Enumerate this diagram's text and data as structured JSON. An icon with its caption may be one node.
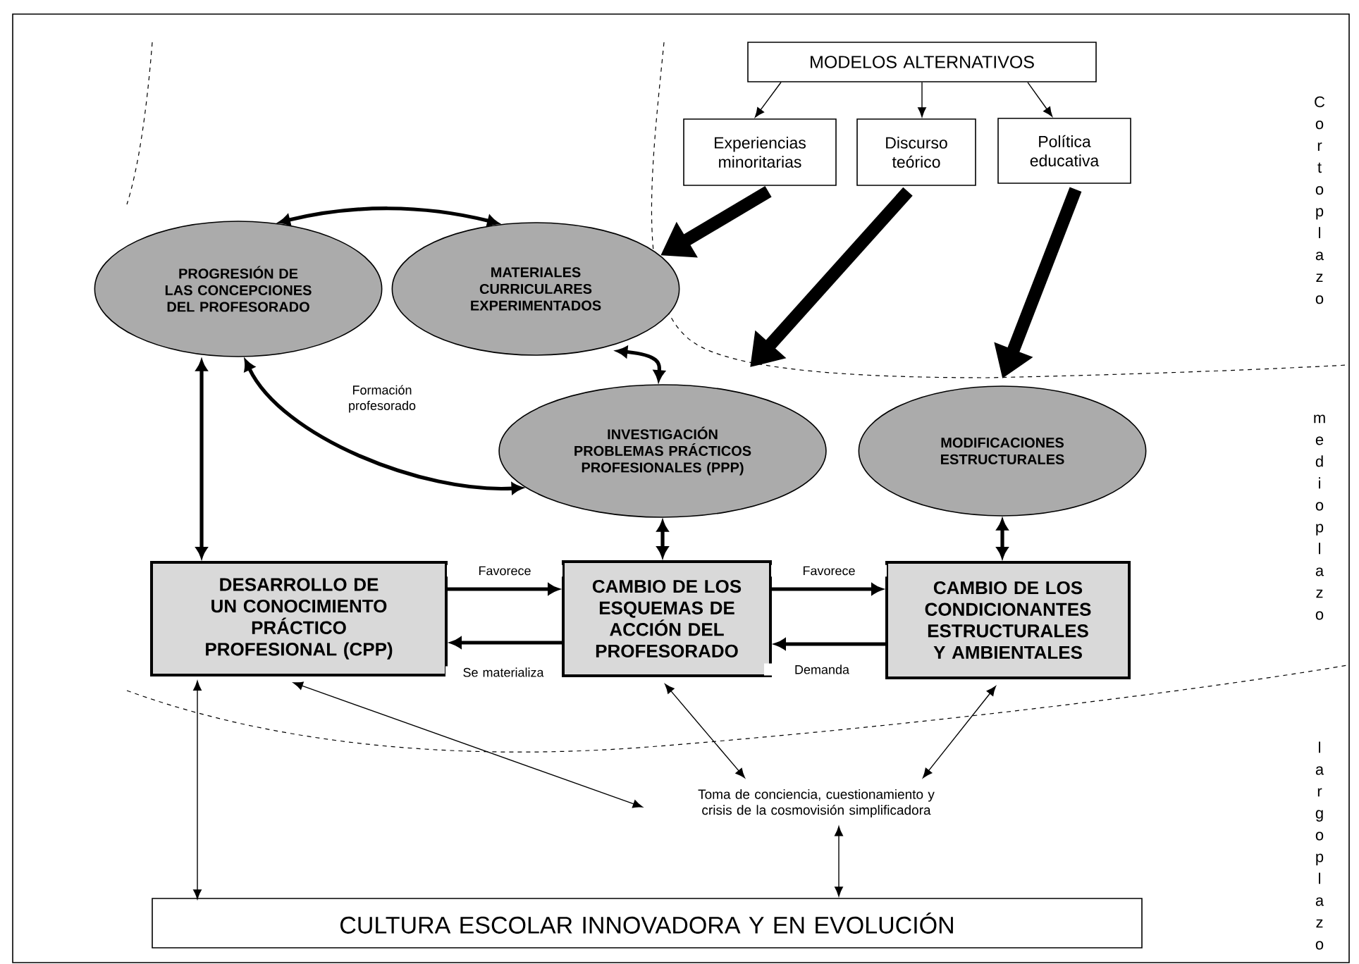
{
  "diagram": {
    "nodes": [
      {
        "text": [
          "MODELOS ALTERNATIVOS"
        ]
      },
      {
        "text": [
          "Experiencias minoritarias"
        ]
      },
      {
        "text": [
          "Discurso teórico"
        ]
      },
      {
        "text": [
          "Política educativa"
        ]
      },
      {
        "text": [
          "PROGRESIÓN DE LAS CONCEPCIONES DEL PROFESORADO"
        ]
      },
      {
        "text": [
          "MATERIALES CURRICULARES EXPERIMENTADOS"
        ]
      },
      {
        "text": [
          "INVESTIGACIÓN PROBLEMAS PRÁCTICOS PROFESIONALES (PPP)"
        ]
      },
      {
        "text": [
          "MODIFICACIONES ESTRUCTURALES"
        ]
      },
      {
        "text": [
          "DESARROLLO DE UN CONOCIMIENTO PRÁCTICO PROFESIONAL (CPP)"
        ]
      },
      {
        "text": [
          "CAMBIO DE LOS ESQUEMAS DE ACCIÓN DEL PROFESORADO"
        ]
      },
      {
        "text": [
          "CAMBIO DE LOS CONDICIONANTES ESTRUCTURALES Y AMBIENTALES"
        ]
      },
      {
        "text": [
          "Toma de conciencia, cuestionamiento y crisis de la cosmovisión simplificadora"
        ]
      },
      {
        "text": [
          "CULTURA ESCOLAR INNOVADORA Y EN EVOLUCIÓN"
        ]
      }
    ],
    "edges": [
      {
        "from": 0,
        "to": 1,
        "arrow": "to"
      },
      {
        "from": 0,
        "to": 2,
        "arrow": "to"
      },
      {
        "from": 0,
        "to": 3,
        "arrow": "to"
      },
      {
        "from": 1,
        "to": 5,
        "arrow": "to",
        "style": "thick"
      },
      {
        "from": 2,
        "to": 6,
        "arrow": "to",
        "style": "thick"
      },
      {
        "from": 3,
        "to": 7,
        "arrow": "to",
        "style": "thick"
      },
      {
        "from": 4,
        "to": 5,
        "arrow": "both"
      },
      {
        "from": 5,
        "to": 6,
        "arrow": "both"
      },
      {
        "from": 4,
        "to": 6,
        "arrow": "both",
        "label": "Formación profesorado"
      },
      {
        "from": 4,
        "to": 8,
        "arrow": "both"
      },
      {
        "from": 6,
        "to": 9,
        "arrow": "both"
      },
      {
        "from": 7,
        "to": 10,
        "arrow": "both"
      },
      {
        "from": 8,
        "to": 9,
        "arrow": "to",
        "label": "Favorece"
      },
      {
        "from": 9,
        "to": 8,
        "arrow": "to",
        "label": "Se materializa"
      },
      {
        "from": 9,
        "to": 10,
        "arrow": "to",
        "label": "Favorece"
      },
      {
        "from": 10,
        "to": 9,
        "arrow": "to",
        "label": "Demanda"
      },
      {
        "from": 8,
        "to": 11,
        "arrow": "both"
      },
      {
        "from": 9,
        "to": 11,
        "arrow": "both"
      },
      {
        "from": 10,
        "to": 11,
        "arrow": "both"
      },
      {
        "from": 11,
        "to": 12,
        "arrow": "both"
      },
      {
        "from": 8,
        "to": 12,
        "arrow": "both"
      }
    ],
    "labels": [
      "Corto plazo",
      "medio plazo",
      "largo plazo"
    ]
  }
}
